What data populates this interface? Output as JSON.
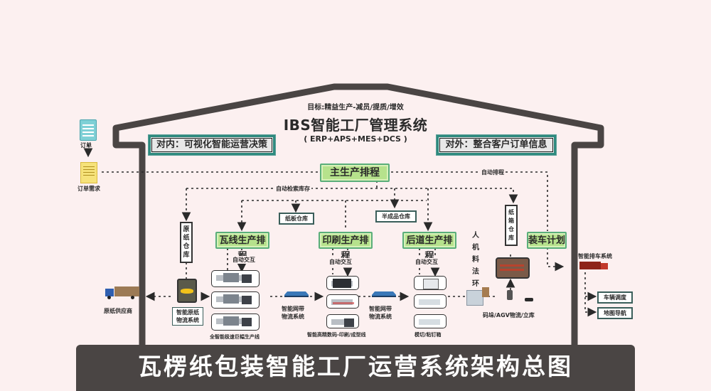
{
  "header": {
    "goal": "目标:精益生产-减员/提质/增效",
    "title": "IBS智能工厂管理系统",
    "subtitle": "( ERP+APS+MES+DCS )",
    "internal_box": "对内：可视化智能运营决策",
    "external_box": "对外：整合客户订单信息"
  },
  "left_side": {
    "order_label": "订单",
    "order_demand_label": "订单需求",
    "supplier_label": "原纸供应商"
  },
  "schedule": {
    "main": "主生产排程",
    "auto_schedule": "自动排程",
    "auto_inventory": "自动检索库存",
    "corrugate": "瓦线生产排程",
    "printing": "印刷生产排程",
    "finishing": "后道生产排程",
    "loading": "装车计划",
    "auto_interact": "自动交互"
  },
  "warehouses": {
    "raw_paper": "原纸仓库",
    "board": "纸板仓库",
    "semi_finished": "半成品仓库",
    "carton": "纸箱仓库"
  },
  "production": {
    "raw_paper_logistics": [
      "智能原纸",
      "物流系统"
    ],
    "corrugate_line": "全智能极速巨幅生产线",
    "mesh_belt_1": [
      "智能网带",
      "物流系统"
    ],
    "mesh_belt_2": [
      "智能网带",
      "物流系统"
    ],
    "printing_line": "智能高精数码-印刷/成型线",
    "finishing_line": "模切/粘钉箱",
    "people_machine": [
      "人",
      "机",
      "料",
      "法",
      "环"
    ],
    "palletizing": "码垛/AGV物流/立库"
  },
  "dispatch": {
    "system": "智能排车系统",
    "vehicle_dispatch": "车辆调度",
    "map_navigation": "地图导航"
  },
  "footer": {
    "title": "瓦楞纸包装智能工厂运营系统架构总图"
  },
  "colors": {
    "background": "#fcf0f0",
    "house_outline": "#4a4544",
    "teal_border": "#2e8a7e",
    "green_fill": "#b6e28c"
  }
}
